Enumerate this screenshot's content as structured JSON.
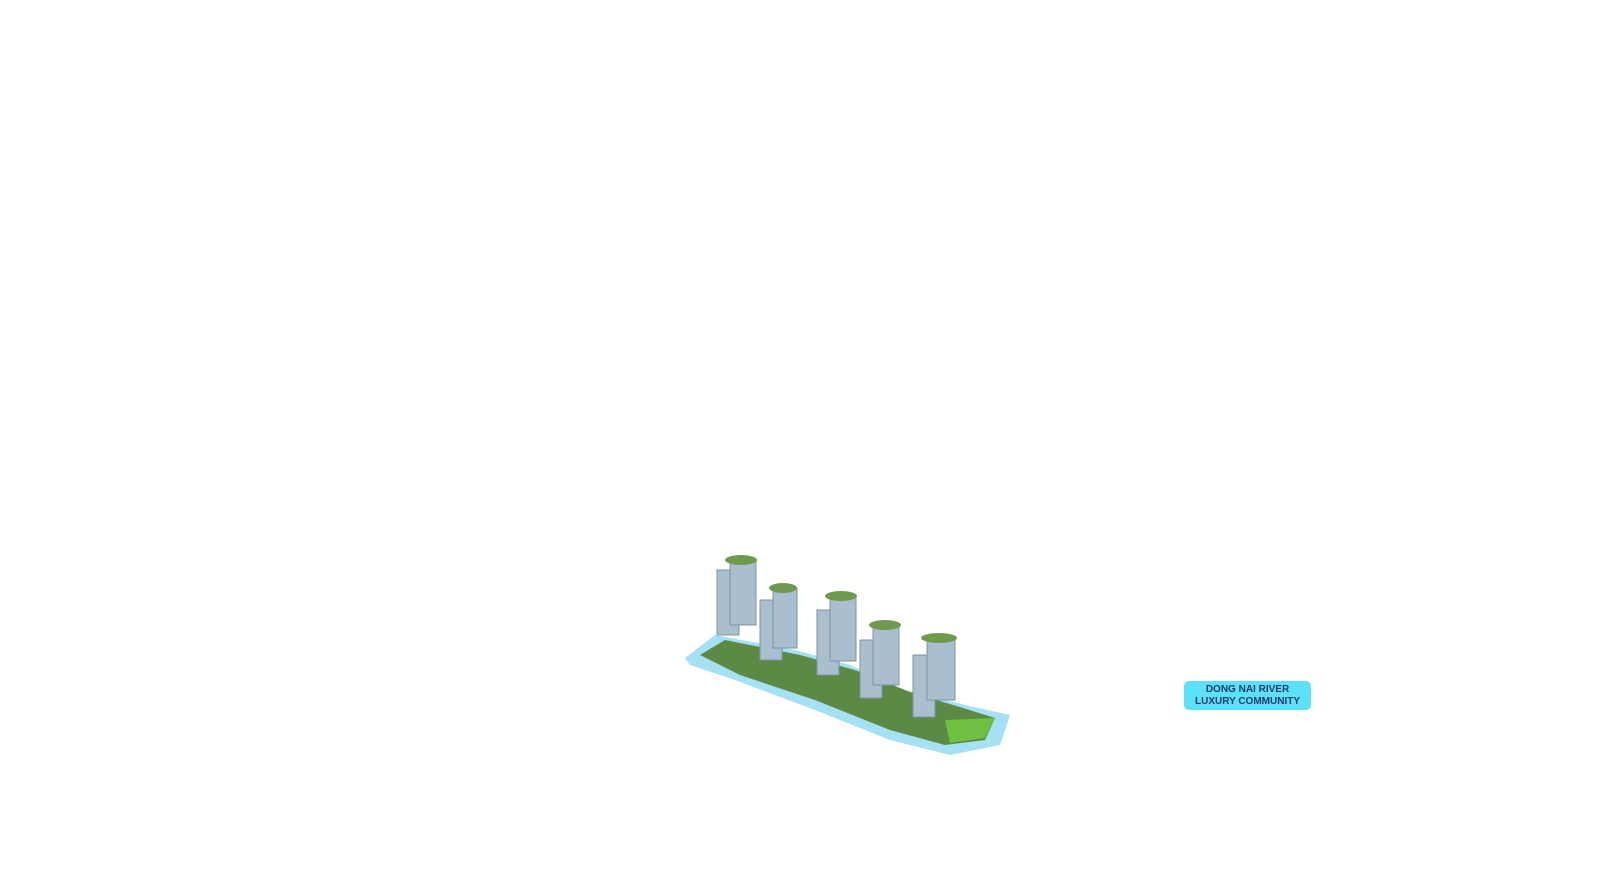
{
  "hero": {
    "image_icon": "building-complex-render",
    "label_line1": "DONG NAI RIVER",
    "label_line2": "LUXURY COMMUNITY",
    "label_bg": "#5ce1fb",
    "label_text_color": "#1f3b6b"
  }
}
